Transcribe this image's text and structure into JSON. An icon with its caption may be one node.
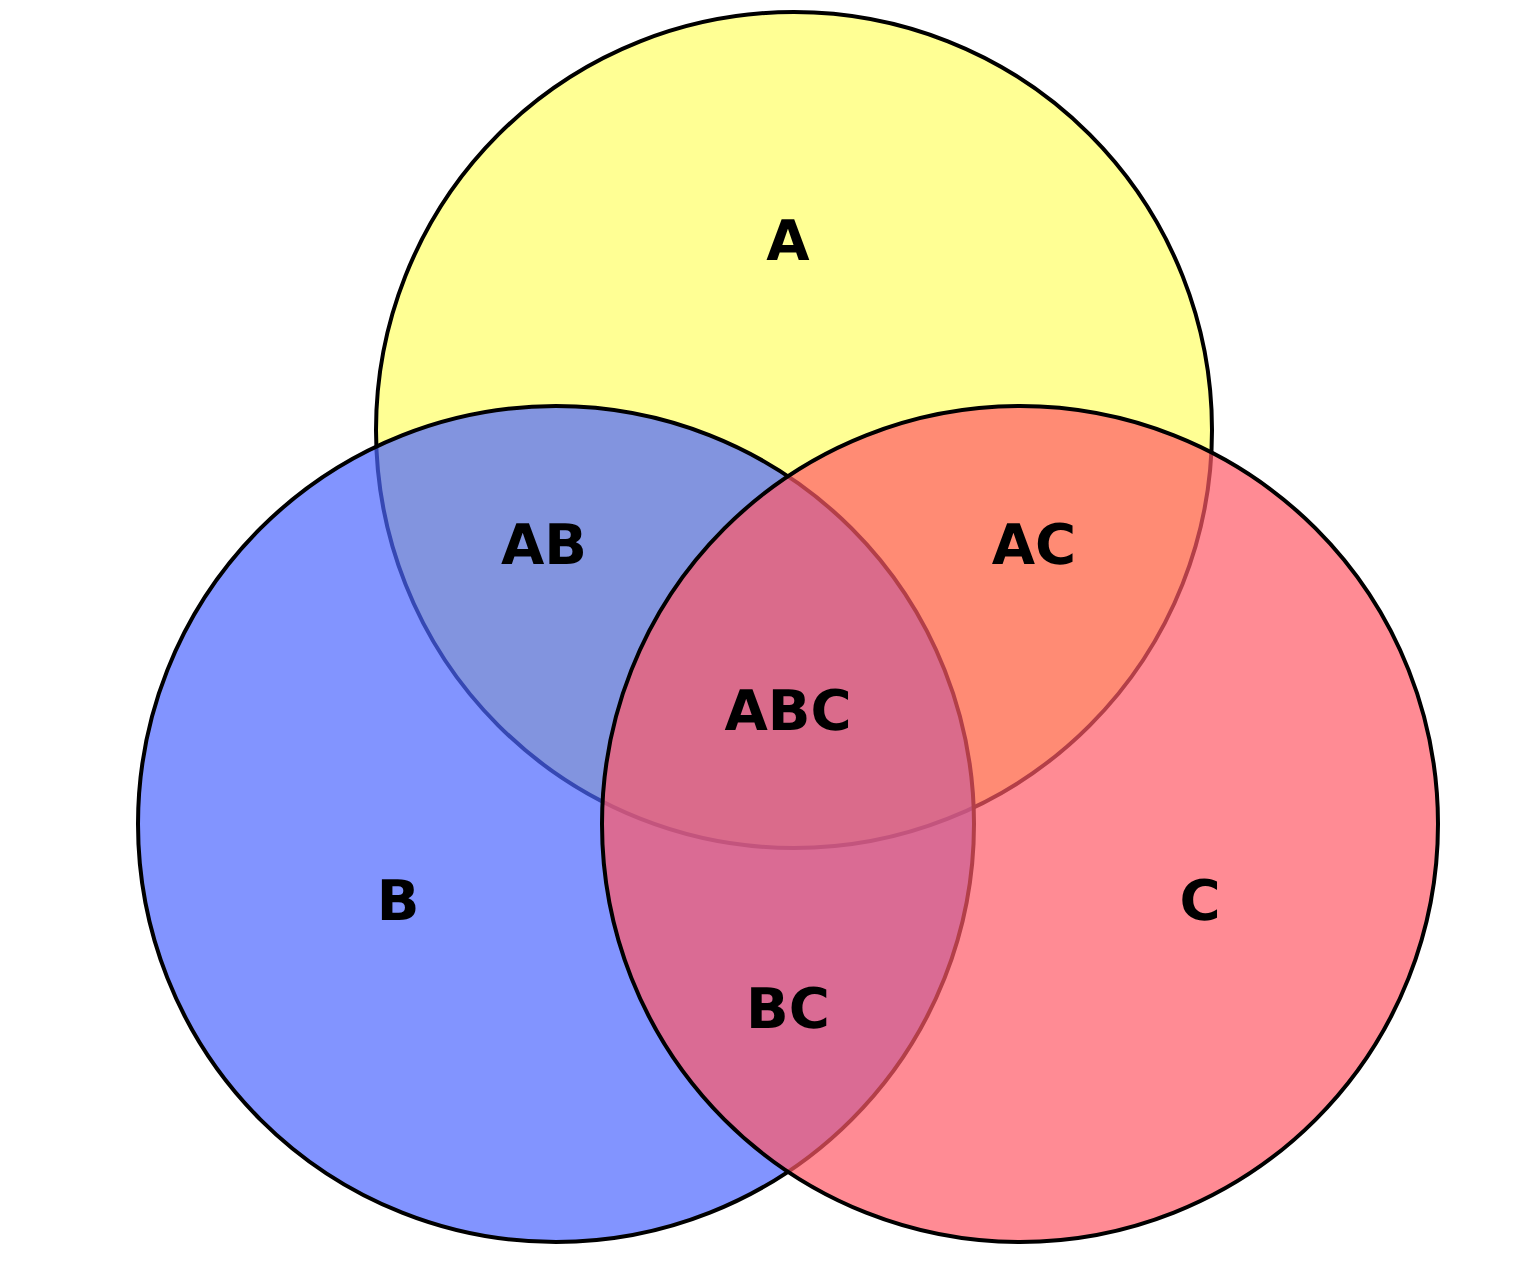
{
  "diagram": {
    "nodes": [
      {
        "text": [
          "A"
        ]
      },
      {
        "text": [
          "B"
        ]
      },
      {
        "text": [
          "C"
        ]
      }
    ],
    "labels": [
      "AB",
      "AC",
      "ABC",
      "BC"
    ]
  }
}
